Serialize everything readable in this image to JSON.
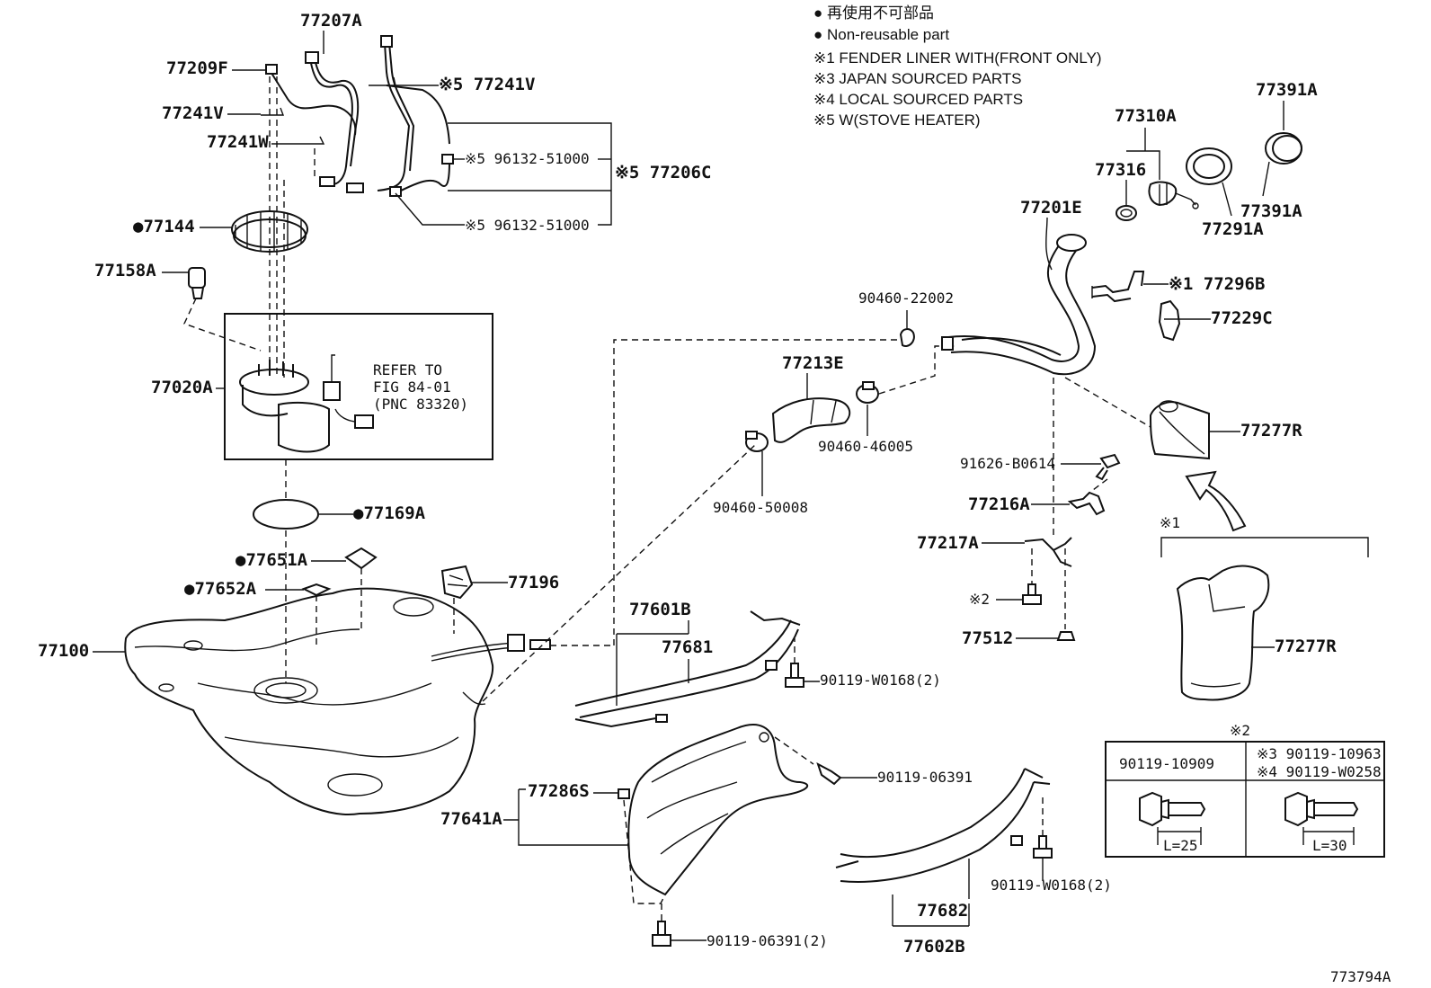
{
  "diagram_id": "773794A",
  "legend": {
    "line1": "● 再使用不可部品",
    "line2": "● Non-reusable part",
    "line3": "※1 FENDER LINER WITH(FRONT ONLY)",
    "line4": "※3 JAPAN SOURCED PARTS",
    "line5": "※4 LOCAL SOURCED PARTS",
    "line6": "※5 W(STOVE HEATER)"
  },
  "refer": {
    "line1": "REFER TO",
    "line2": "FIG 84-01",
    "line3": "(PNC 83320)"
  },
  "labels": {
    "p77207A": "77207A",
    "p77209F": "77209F",
    "p77241V_a": "77241V",
    "p77241W": "77241W",
    "p77241V_b": "※5 77241V",
    "p96132_a": "※5 96132-51000",
    "p96132_b": "※5 96132-51000",
    "p77206C": "※5 77206C",
    "p77144": "●77144",
    "p77158A": "77158A",
    "p77020A": "77020A",
    "p77169A": "●77169A",
    "p77651A": "●77651A",
    "p77652A": "●77652A",
    "p77196": "77196",
    "p77100": "77100",
    "p77601B": "77601B",
    "p77681": "77681",
    "p90119_W0168_a": "90119-W0168(2)",
    "p90119_06391_a": "90119-06391",
    "p77286S": "77286S",
    "p77641A": "77641A",
    "p90119_06391_b": "90119-06391(2)",
    "p77682": "77682",
    "p77602B": "77602B",
    "p90119_W0168_b": "90119-W0168(2)",
    "p90460_22002": "90460-22002",
    "p77213E": "77213E",
    "p90460_46005": "90460-46005",
    "p90460_50008": "90460-50008",
    "p77201E": "77201E",
    "p77310A": "77310A",
    "p77316": "77316",
    "p77391A_a": "77391A",
    "p77391A_b": "77391A",
    "p77291A": "77291A",
    "p77296B": "※1 77296B",
    "p77229C": "77229C",
    "p77277R_a": "77277R",
    "p77277R_b": "77277R",
    "p91626": "91626-B0614",
    "p77216A": "77216A",
    "p77217A": "77217A",
    "p77512": "77512",
    "note_x2": "※2",
    "note_x1": "※1",
    "note_x2_table": "※2"
  },
  "table": {
    "col1_header": "90119-10909",
    "col2_header_1": "※3 90119-10963",
    "col2_header_2": "※4 90119-W0258",
    "col1_dim": "L=25",
    "col2_dim": "L=30"
  }
}
